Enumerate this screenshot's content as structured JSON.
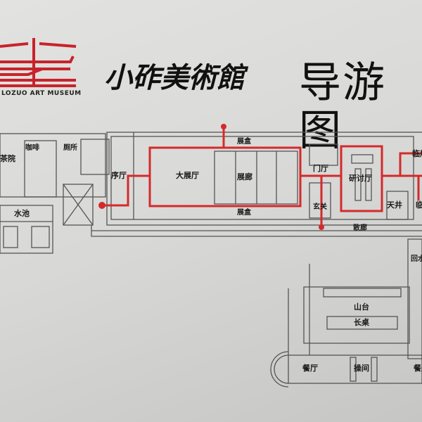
{
  "header": {
    "logo_text": "LOZUO ART MUSEUM",
    "museum_name": "小砟美術館",
    "title": "导游图"
  },
  "colors": {
    "route": "#d42a2a",
    "lines": "#555555",
    "logo": "#c8232b"
  },
  "map_labels": {
    "tea": "茶院",
    "cafe": "咖啡",
    "restroom": "厕所",
    "pond": "水池",
    "foyer": "序厅",
    "main_hall": "大展厅",
    "showcase_top": "展盒",
    "corridor": "展廊",
    "showcase_bottom": "展盒",
    "lobby": "门厅",
    "entrance": "玄关",
    "seminar": "研讨厅",
    "temp_top": "临展",
    "courtyard": "天井",
    "temp_bottom": "临展",
    "walkway": "散廊",
    "water": "回水",
    "terrace": "山台",
    "long_table": "长桌",
    "restaurant": "餐厅",
    "kitchen": "操间",
    "restaurant2": "餐厅"
  }
}
